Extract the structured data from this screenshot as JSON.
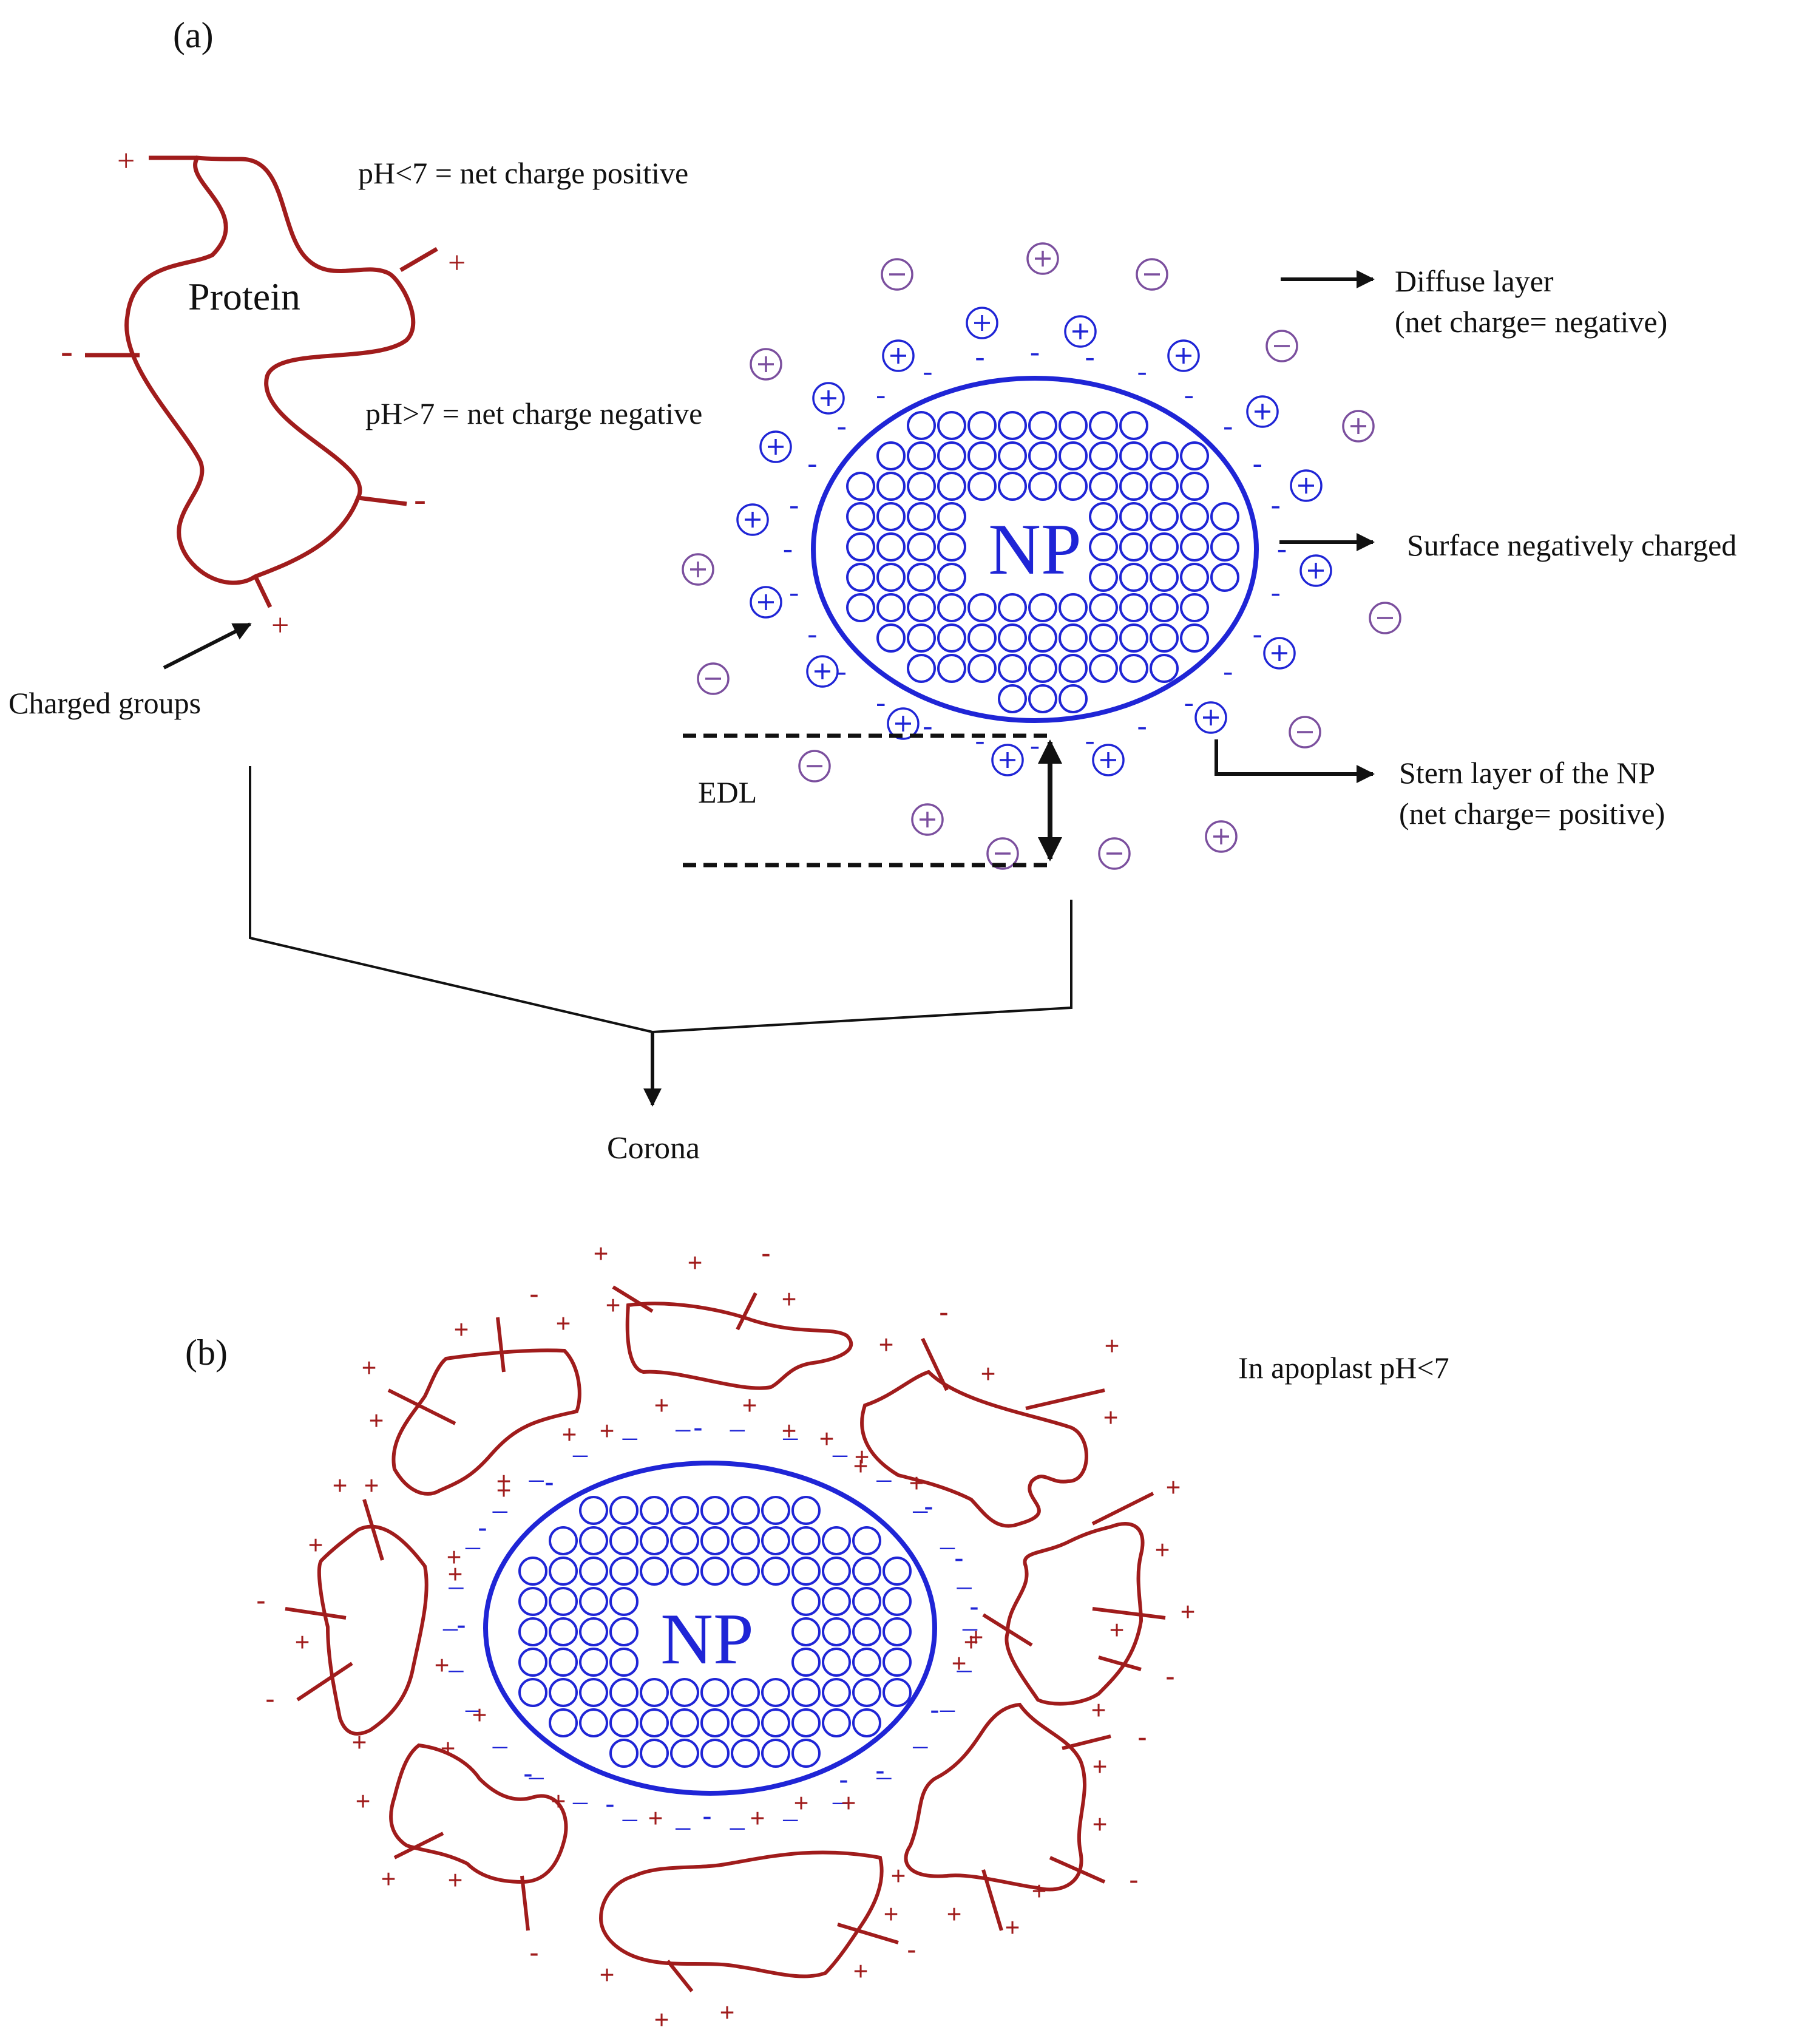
{
  "panel_a": {
    "label": "(a)",
    "protein_label": "Protein",
    "ph_acidic_text": "pH<7 = net charge positive",
    "ph_basic_text": "pH>7 = net charge negative",
    "charged_groups_label": "Charged groups",
    "np_label": "NP",
    "edl_label": "EDL",
    "diffuse_layer_title": "Diffuse layer",
    "diffuse_layer_note": "(net charge= negative)",
    "surface_label": "Surface negatively charged",
    "stern_layer_title": "Stern layer of the NP",
    "stern_layer_note": "(net charge= positive)",
    "corona_label": "Corona"
  },
  "panel_b": {
    "label": "(b)",
    "np_label": "NP",
    "apoplast_label": "In apoplast pH<7"
  },
  "symbols": {
    "plus": "+",
    "minus": "-",
    "minus_alt": "–"
  },
  "colors": {
    "protein": "#a01c1c",
    "nanoparticle": "#1f25d6",
    "ion": "#7b4f9e",
    "text": "#111111"
  }
}
